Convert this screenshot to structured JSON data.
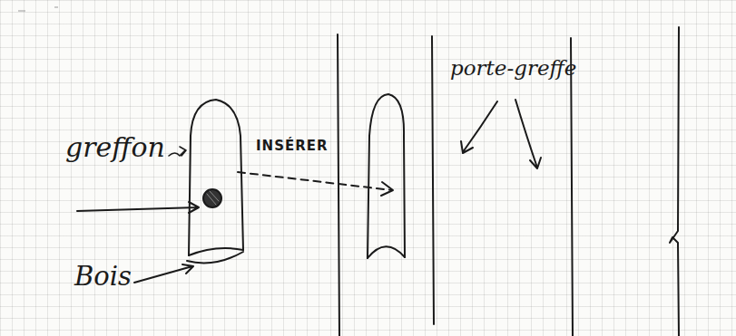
{
  "diagram": {
    "labels": [
      "greffon",
      "INSÉRER",
      "porte-greffe",
      "Bois"
    ]
  }
}
